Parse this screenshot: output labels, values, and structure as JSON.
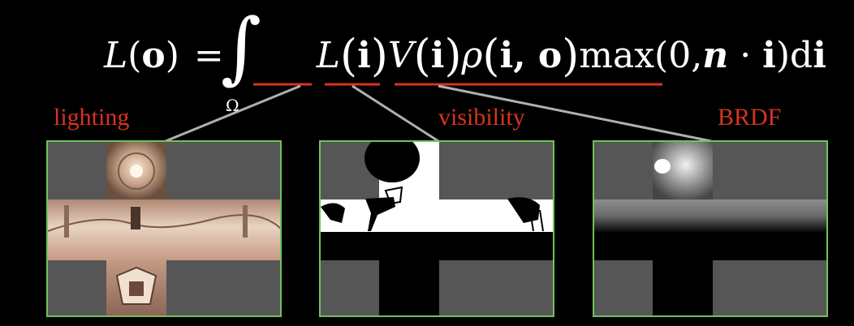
{
  "equation": {
    "lhs_fn": "L",
    "lhs_arg": "o",
    "equals": "=",
    "integral": "∫",
    "domain": "Ω",
    "term_lighting_fn": "L",
    "term_visibility_fn": "V",
    "term_brdf_fn": "ρ",
    "arg_i": "i",
    "brdf_args": "i, o",
    "cosine_term": "max(0,",
    "cosine_n": "n",
    "cosine_dot": " · ",
    "cosine_i": "i",
    "cosine_close": ")d",
    "differential_i": "i"
  },
  "labels": {
    "lighting": "lighting",
    "visibility": "visibility",
    "brdf": "BRDF"
  },
  "colors": {
    "background": "#000000",
    "label_color": "#d8331f",
    "underline_color": "#d8331f",
    "panel_border": "#6fc35a",
    "panel_empty": "#565656",
    "connector": "#b0b0b0"
  },
  "panels": [
    {
      "name": "lighting-cubemap",
      "content": "environment-map-photo"
    },
    {
      "name": "visibility-cubemap",
      "content": "binary-visibility-silhouettes"
    },
    {
      "name": "brdf-cubemap",
      "content": "brdf-lobe"
    }
  ]
}
